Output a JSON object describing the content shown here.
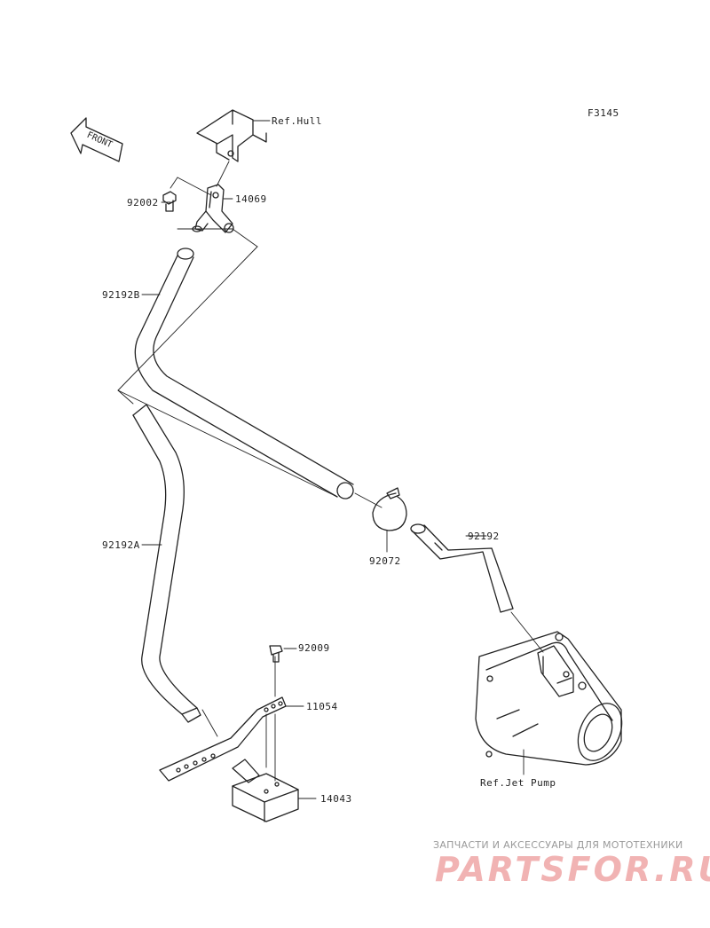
{
  "figure_code": "F3145",
  "front_label": "FRONT",
  "parts": {
    "ref_hull": "Ref.Hull",
    "p14069": "14069",
    "p92002": "92002",
    "p92192B": "92192B",
    "p92192A": "92192A",
    "p92072": "92072",
    "p92192": "92192",
    "p92009": "92009",
    "p11054": "11054",
    "p14043": "14043",
    "ref_jet_pump": "Ref.Jet Pump"
  },
  "watermark": {
    "tagline": "ЗАПЧАСТИ И АКСЕССУАРЫ ДЛЯ МОТОТЕХНИКИ",
    "brand": "PARTSFOR.RU"
  },
  "colors": {
    "line": "#222222",
    "watermark_text": "#9a9a9a",
    "watermark_brand": "#f1b3b3"
  }
}
